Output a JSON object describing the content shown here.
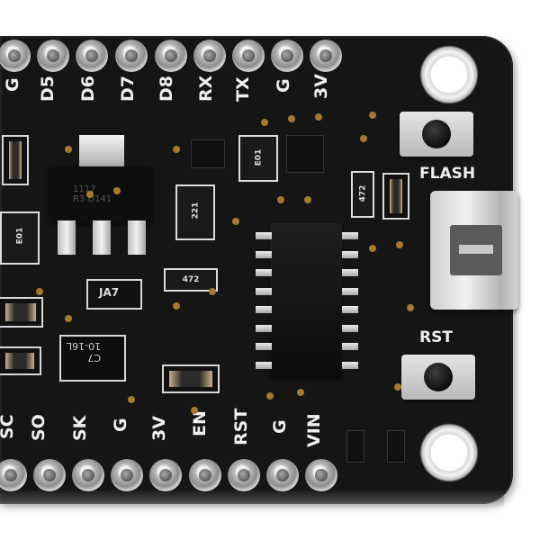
{
  "top_header_labels": [
    "G",
    "D5",
    "D6",
    "D7",
    "D8",
    "RX",
    "TX",
    "G",
    "3V"
  ],
  "bottom_header_labels": [
    "SC",
    "SO",
    "SK",
    "G",
    "3V",
    "EN",
    "RST",
    "G",
    "VIN"
  ],
  "buttons": {
    "flash_label": "FLASH",
    "reset_label": "RST"
  },
  "component_markings": {
    "regulator": "1117\nR3 D141",
    "resistor_1": "472",
    "resistor_2": "472",
    "resistor_3": "221",
    "diode": "JA7",
    "capacitor": "C7\n10-16L",
    "network_1": "E01",
    "network_2": "E01"
  },
  "colors": {
    "pcb": "#151515",
    "silkscreen": "#efefef",
    "pad": "#c0c0c0",
    "via": "#a8792d"
  }
}
